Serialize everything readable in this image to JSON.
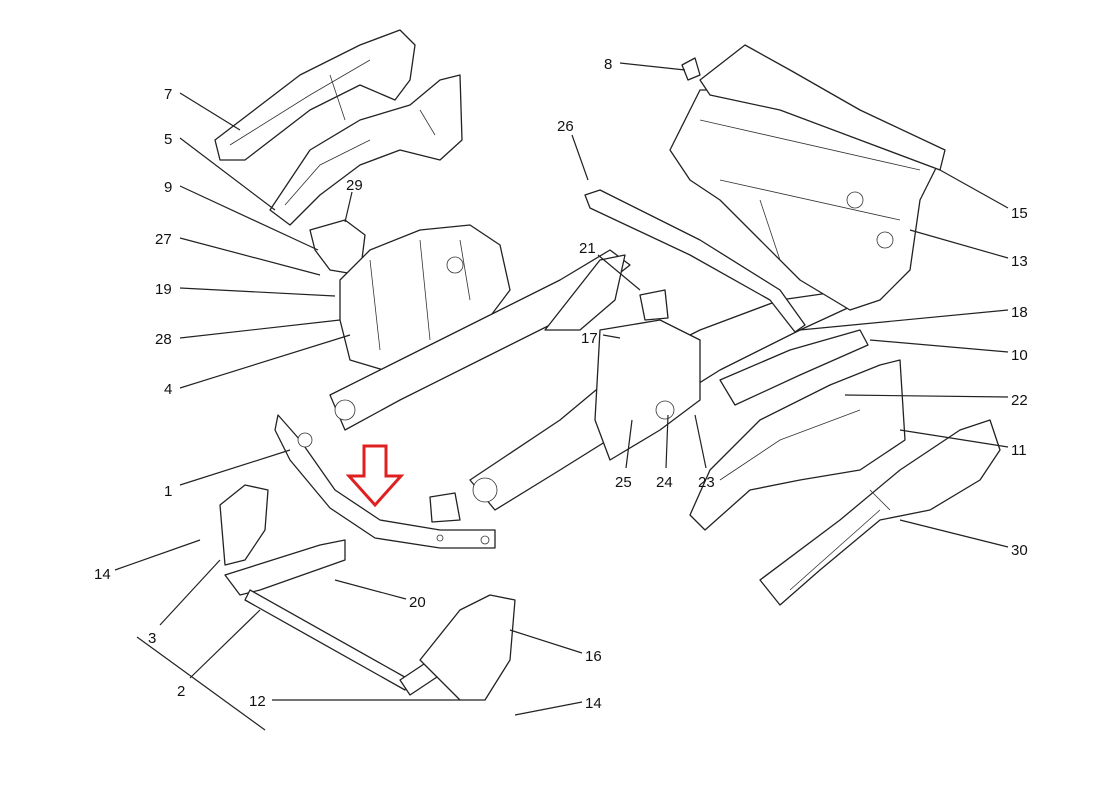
{
  "diagram": {
    "labels": [
      "7",
      "5",
      "9",
      "29",
      "27",
      "19",
      "28",
      "4",
      "1",
      "14",
      "3",
      "2",
      "12",
      "14",
      "16",
      "20",
      "8",
      "26",
      "21",
      "17",
      "25",
      "24",
      "23",
      "15",
      "13",
      "18",
      "10",
      "22",
      "11",
      "30"
    ],
    "highlight_color": "#e02020"
  }
}
